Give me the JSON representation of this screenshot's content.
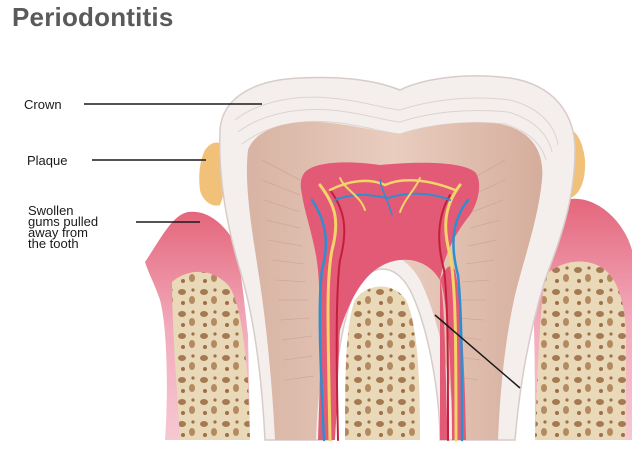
{
  "title": "Periodontitis",
  "labels": {
    "crown": "Crown",
    "plaque": "Plaque",
    "swollen_line1": "Swollen",
    "swollen_line2": "gums pulled",
    "swollen_line3": "away from",
    "swollen_line4": "the tooth"
  },
  "colors": {
    "enamel": "#f6f2f0",
    "dentin": "#e2c3b5",
    "pulp": "#e2506e",
    "gum": "#ec92a6",
    "gum_dark": "#d8596f",
    "plaque": "#f1c079",
    "bone": "#e9d6b3",
    "bone_pores": "#a77e55",
    "nerve": "#f3d46a",
    "vein": "#2e8fd0",
    "artery": "#c21f3c"
  }
}
